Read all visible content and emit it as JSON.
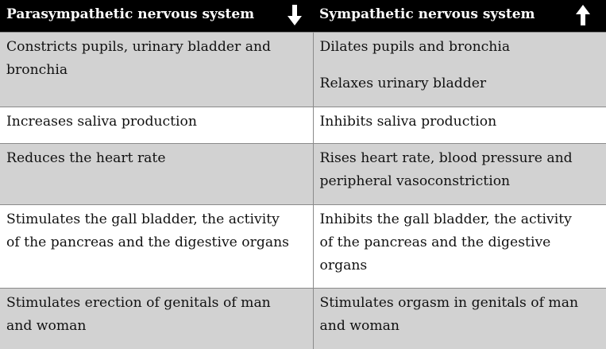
{
  "header": {
    "parasympathetic": "Parasympathetic nervous system",
    "sympathetic": "Sympathetic nervous system"
  },
  "rows": [
    {
      "parasympathetic": [
        "Constricts pupils, urinary bladder and",
        "bronchia"
      ],
      "sympathetic": [
        "Dilates pupils and bronchia",
        "Relaxes urinary bladder"
      ]
    },
    {
      "parasympathetic": [
        "Increases saliva production"
      ],
      "sympathetic": [
        "Inhibits saliva production"
      ]
    },
    {
      "parasympathetic": [
        "Reduces the heart rate"
      ],
      "sympathetic": [
        "Rises heart rate, blood pressure and",
        "peripheral vasoconstriction"
      ]
    },
    {
      "parasympathetic": [
        "Stimulates the gall bladder, the activity",
        "of the pancreas and the digestive organs"
      ],
      "sympathetic": [
        "Inhibits the gall bladder, the activity",
        "of the pancreas and the digestive",
        "organs"
      ]
    },
    {
      "parasympathetic": [
        "Stimulates erection of genitals of man",
        "and woman"
      ],
      "sympathetic": [
        "Stimulates orgasm in genitals of man",
        "and woman"
      ]
    }
  ]
}
